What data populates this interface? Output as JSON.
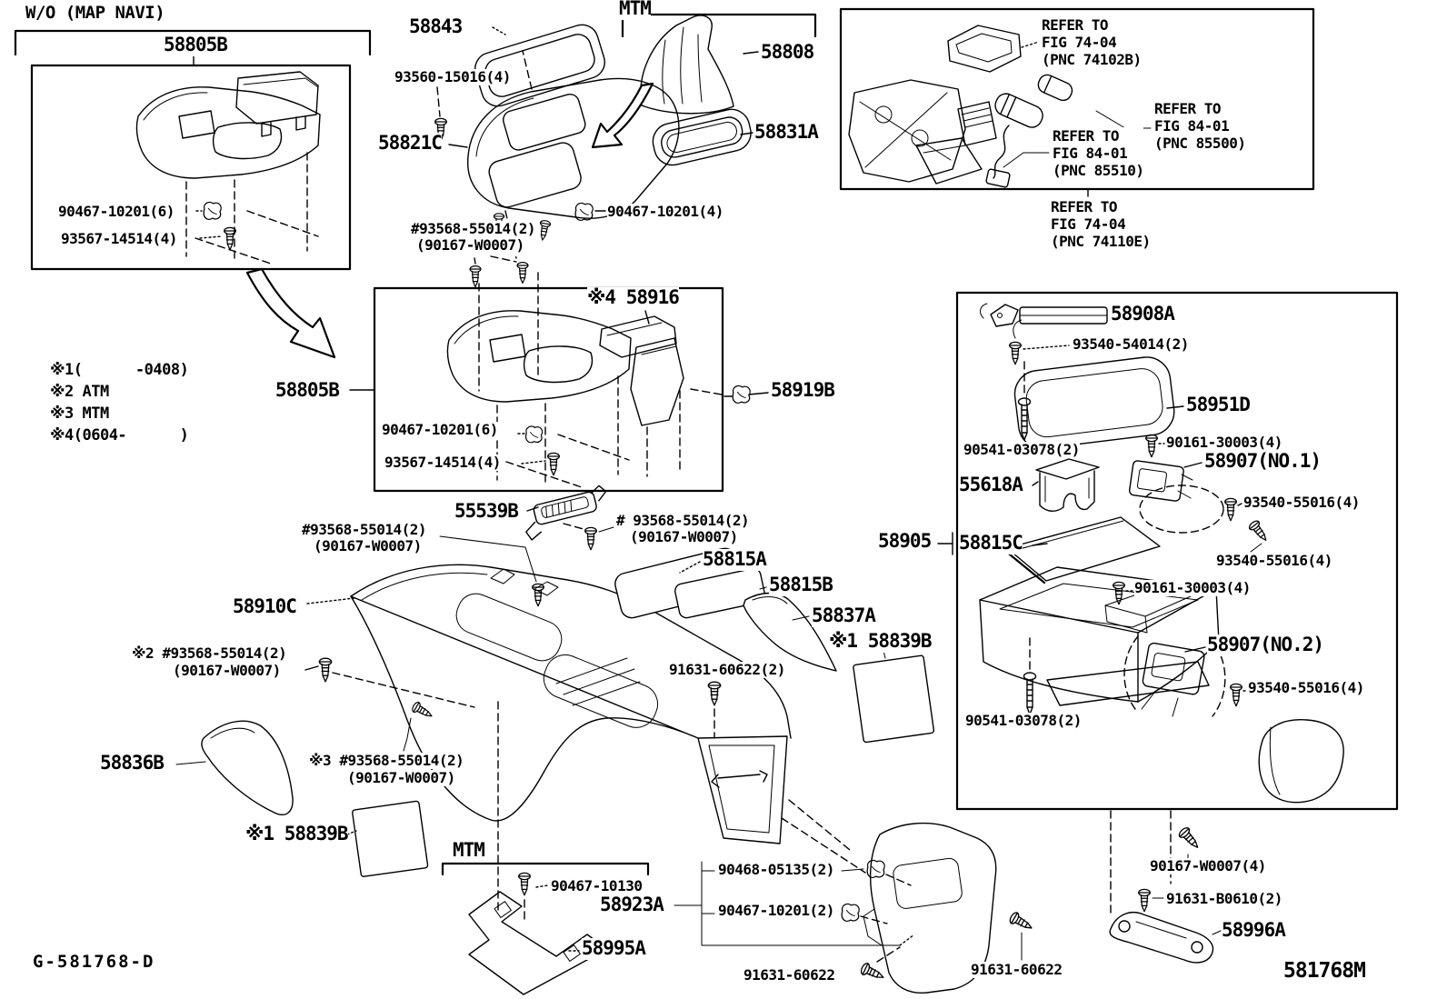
{
  "page": {
    "drawing_code": "G-581768-D",
    "sheet_code": "581768M"
  },
  "legend": {
    "l1": "※1(      -0408)",
    "l2": "※2 ATM",
    "l3": "※3 MTM",
    "l4": "※4(0604-      )"
  },
  "markers": {
    "mtm_top": "MTM",
    "mtm_bottom": "MTM"
  },
  "wo_navi_group": {
    "header": "W/O (MAP NAVI)",
    "panel": "58805B",
    "clip": "90467-10201(6)",
    "screw": "93567-14514(4)"
  },
  "upper_panel_group": {
    "bezel": "58843",
    "screws": "93560-15016(4)",
    "panel": "58821C",
    "shift_boot": "58808",
    "boot_retainer": "58831A",
    "clips": "90467-10201(4)",
    "bolt": "#93568-55014(2)",
    "bolt_alt": "(90167-W0007)"
  },
  "refer_notes": {
    "n1": "REFER TO\nFIG 74-04\n(PNC 74102B)",
    "n2": "REFER TO\nFIG 84-01\n(PNC 85500)",
    "n3": "REFER TO\nFIG 84-01\n(PNC 85510)",
    "n4": "REFER TO\nFIG 74-04\n(PNC 74110E)"
  },
  "mid_panel_group": {
    "panel": "58805B",
    "insert": "※4 58916",
    "grommet": "58919B",
    "clip": "90467-10201(6)",
    "screw": "93567-14514(4)"
  },
  "floor_console_group": {
    "bracket": "55539B",
    "bolt_left": "#93568-55014(2)",
    "bolt_left_alt": "(90167-W0007)",
    "bolt_right": "# 93568-55014(2)",
    "bolt_right_alt": "(90167-W0007)",
    "mat_front": "58815A",
    "mat_rear": "58815B",
    "cover_rh": "58837A",
    "silencer_rh": "※1 58839B",
    "box_assy": "58905",
    "console": "58910C",
    "bolt_atm": "※2 #93568-55014(2)",
    "bolt_atm_alt": "(90167-W0007)",
    "cover_lh": "58836B",
    "bolt_mtm": "※3 #93568-55014(2)",
    "bolt_mtm_alt": "(90167-W0007)",
    "silencer_lh": "※1 58839B",
    "screws_rear": "91631-60622(2)"
  },
  "rear_group": {
    "mount_bracket": "58995A",
    "screw": "90467-10130",
    "end_panel": "58923A",
    "clip_a": "90468-05135(2)",
    "clip_b": "90467-10201(2)",
    "screw_lh": "91631-60622",
    "screw_rh": "91631-60622"
  },
  "console_box_group": {
    "hinge": "58908A",
    "hinge_screws": "93540-54014(2)",
    "lid": "58951D",
    "screws_a": "90161-30003(4)",
    "screws_long_a": "90541-03078(2)",
    "stand": "55618A",
    "lock_no1": "58907(NO.1)",
    "screws_b": "93540-55016(4)",
    "screws_c": "93540-55016(4)",
    "mat": "58815C",
    "screws_d": "90161-30003(4)",
    "lock_no2": "58907(NO.2)",
    "screws_e": "93540-55016(4)",
    "screws_long_b": "90541-03078(2)"
  },
  "bottom_right_group": {
    "screws": "90167-W0007(4)",
    "screws_b": "91631-B0610(2)",
    "hinge_arm": "58996A"
  }
}
